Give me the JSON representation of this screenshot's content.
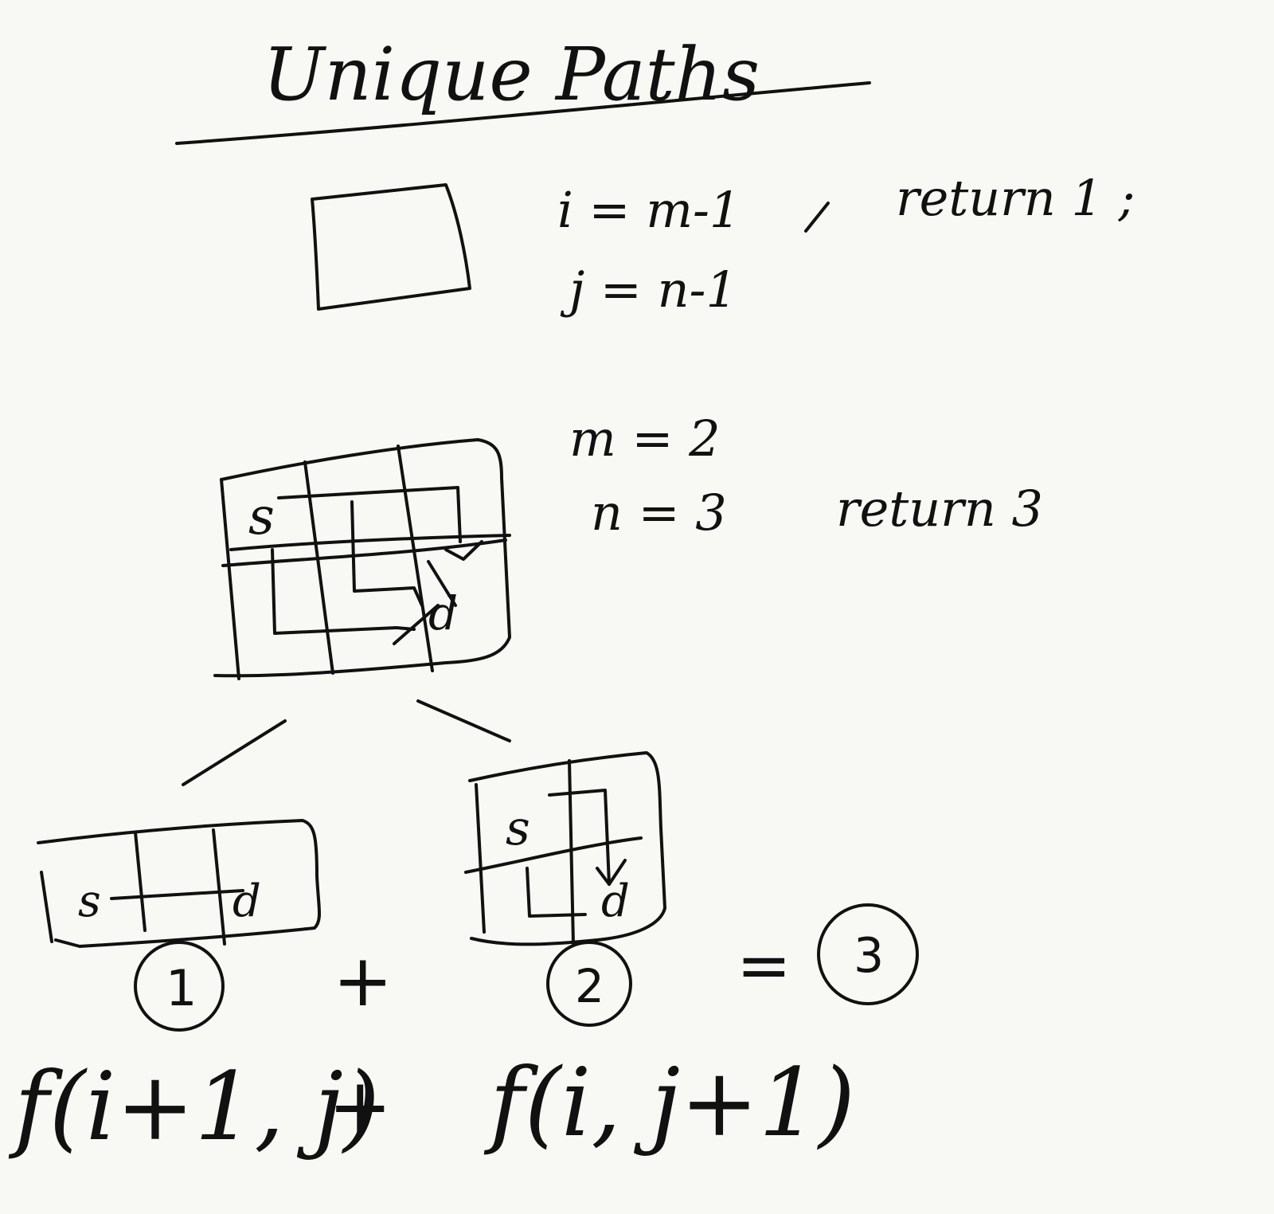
{
  "title": "Unique Paths",
  "base_case": {
    "cond_i": "i = m-1",
    "cond_j": "j = n-1",
    "result": "return 1 ;"
  },
  "example": {
    "m": "m = 2",
    "n": "n = 3",
    "result": "return 3"
  },
  "cell_marks": {
    "start": "s",
    "dest": "d"
  },
  "subproblems": {
    "left_count": "1",
    "right_count": "2",
    "plus": "+",
    "equals": "=",
    "total": "3"
  },
  "recurrence": {
    "left": "f(i+1, j)",
    "plus": "+",
    "right": "f(i, j+1)"
  },
  "ink_color": "#111111",
  "paper_color": "#f8f8f5"
}
